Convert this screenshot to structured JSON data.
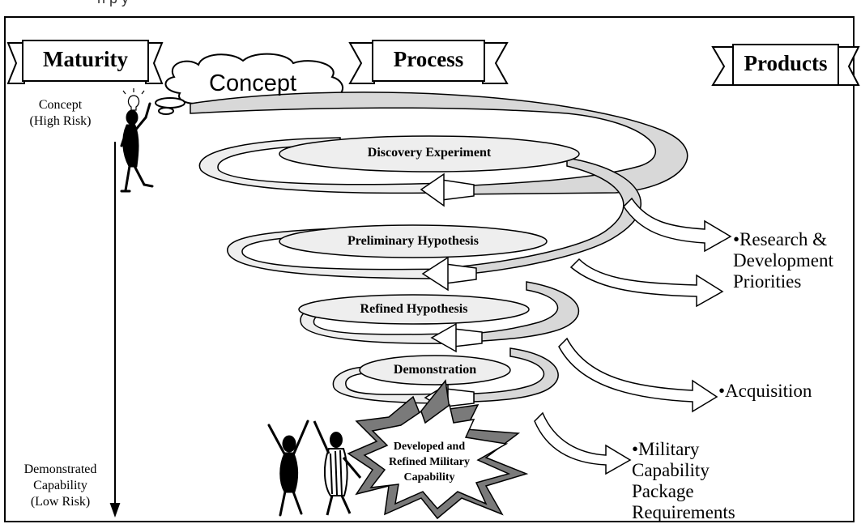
{
  "top_text": "n       p         y",
  "banners": {
    "maturity": "Maturity",
    "process": "Process",
    "products": "Products"
  },
  "concept_cloud": "Concept",
  "maturity_scale": {
    "top_lines": [
      "Concept",
      "(High Risk)"
    ],
    "bottom_lines": [
      "Demonstrated",
      "Capability",
      "(Low Risk)"
    ]
  },
  "stages": [
    "Discovery Experiment",
    "Preliminary Hypothesis",
    "Refined Hypothesis",
    "Demonstration"
  ],
  "burst_lines": [
    "Developed and",
    "Refined Military",
    "Capability"
  ],
  "products": {
    "p1": [
      "•Research &",
      "Development",
      "Priorities"
    ],
    "p2": [
      "•Acquisition"
    ],
    "p3": [
      "•Military",
      "Capability",
      "Package",
      "Requirements"
    ]
  }
}
